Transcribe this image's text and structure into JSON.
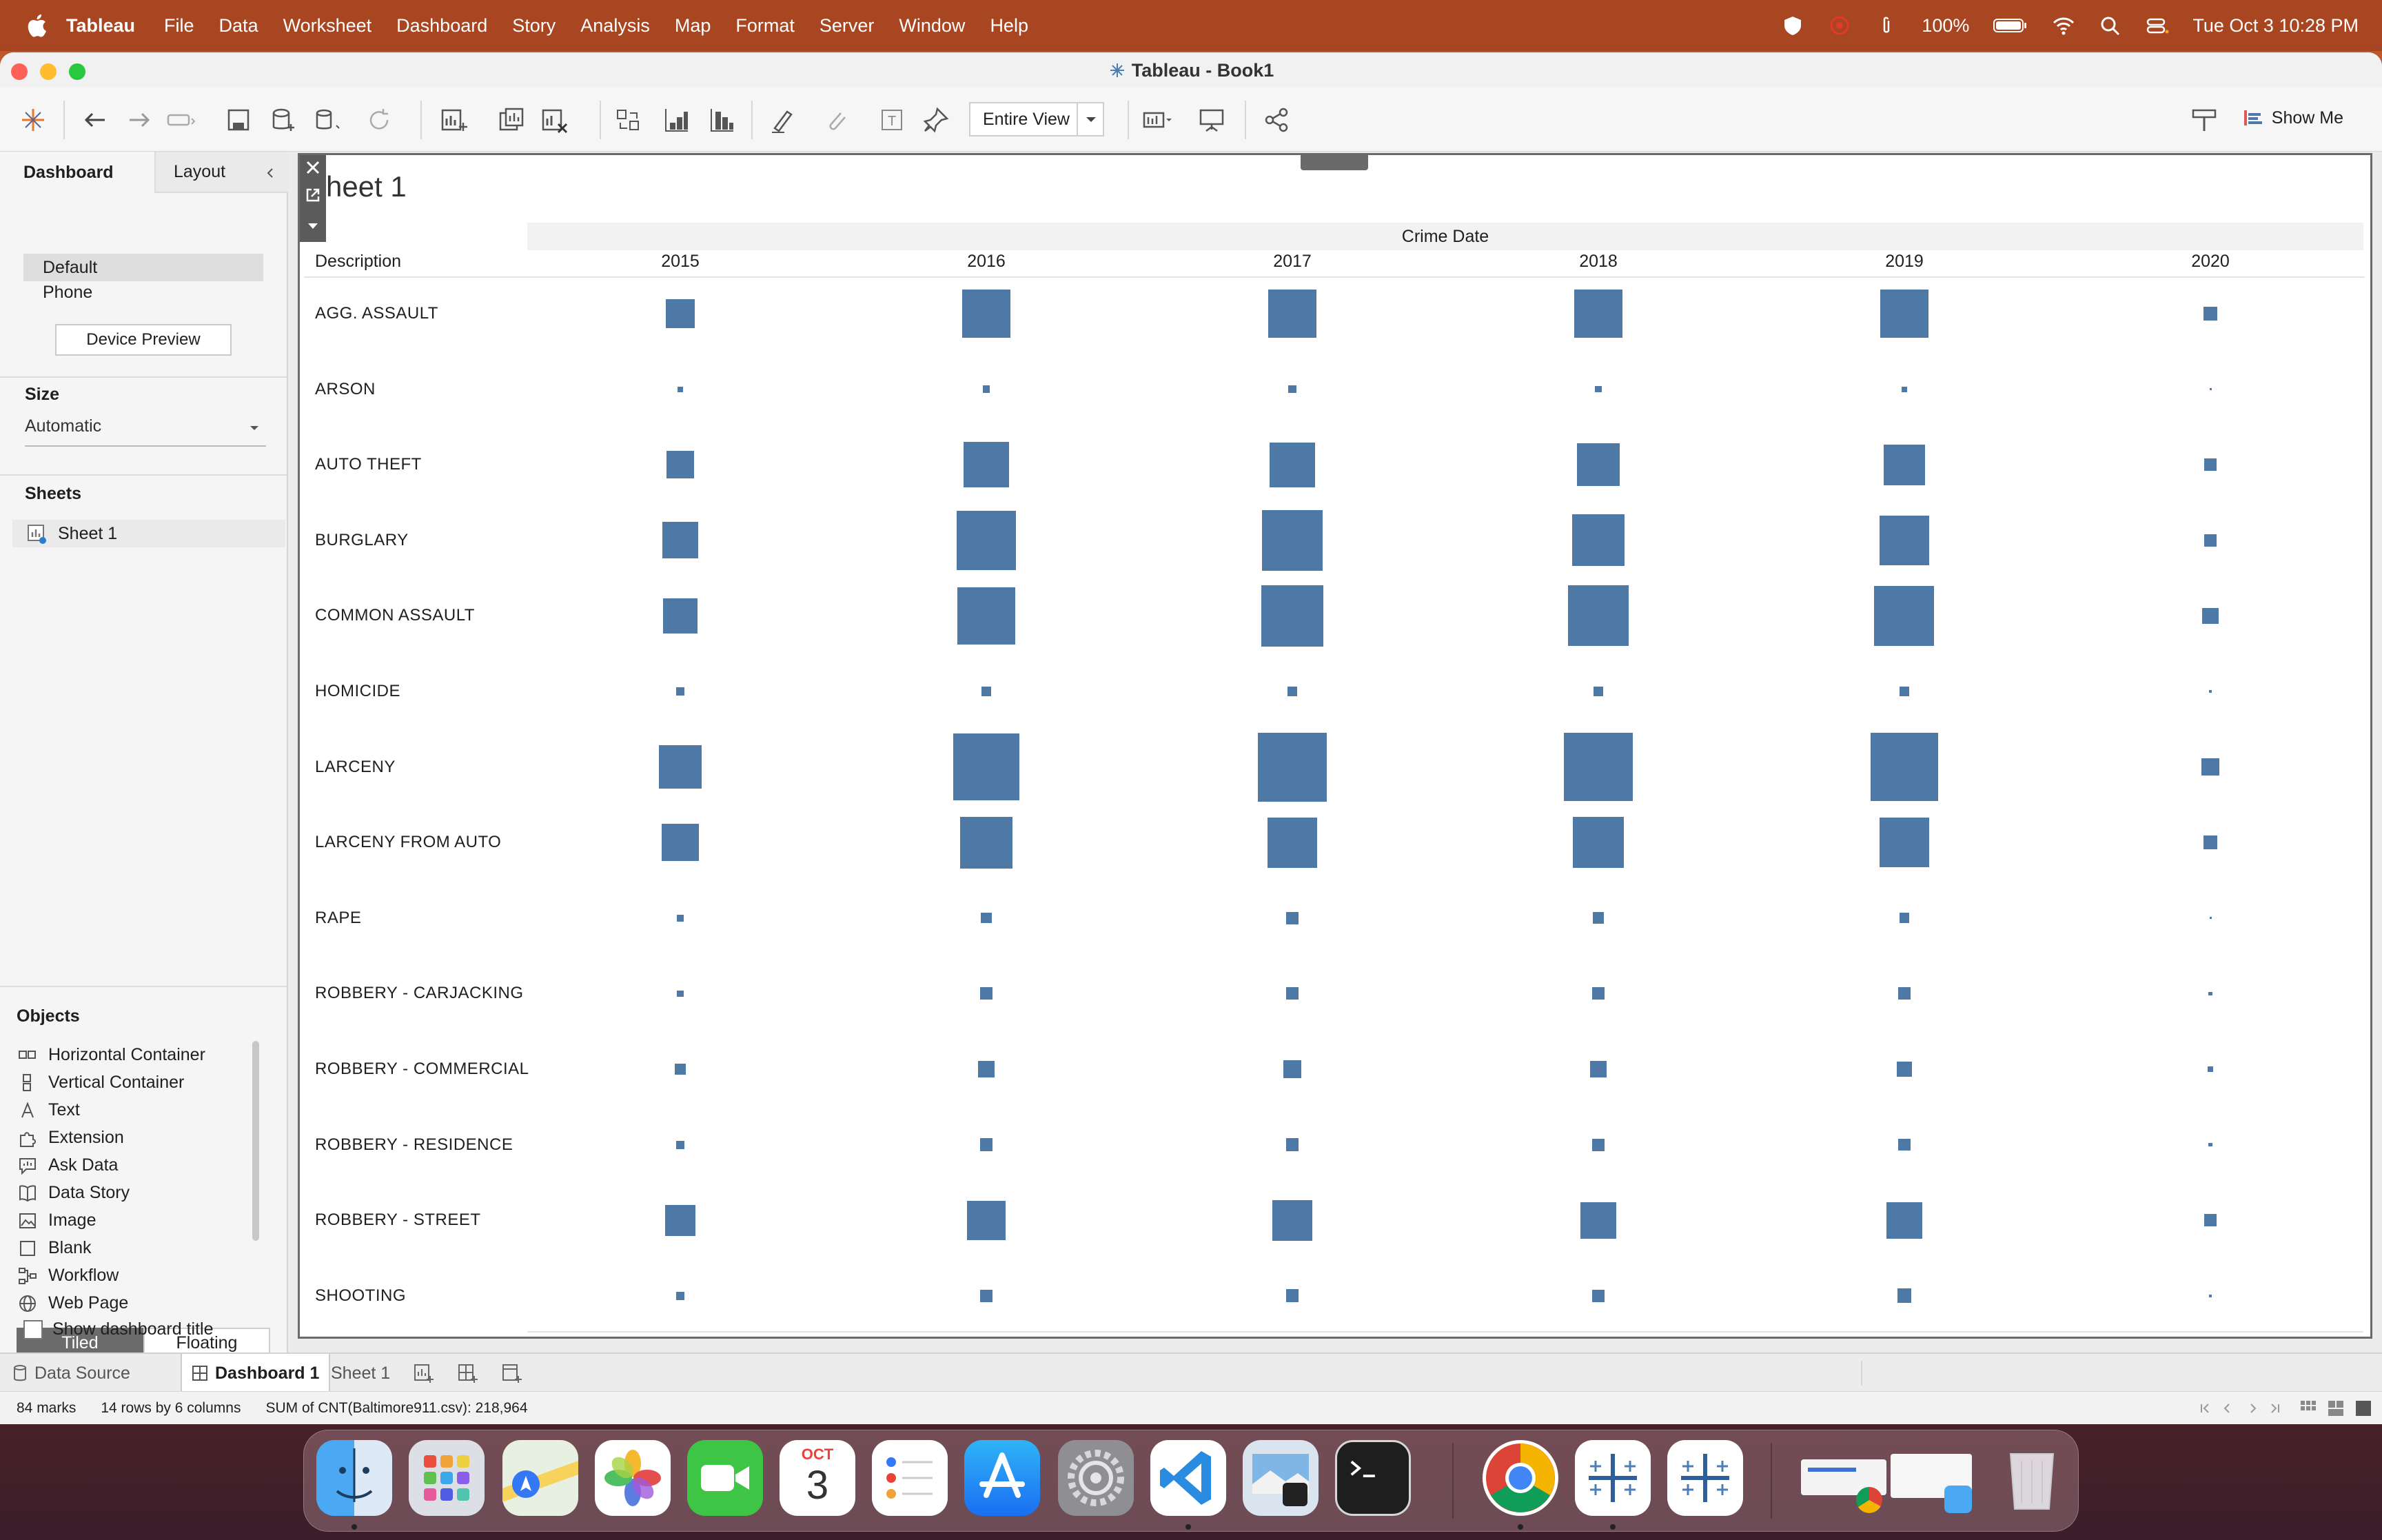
{
  "menubar": {
    "app_name": "Tableau",
    "items": [
      "File",
      "Data",
      "Worksheet",
      "Dashboard",
      "Story",
      "Analysis",
      "Map",
      "Format",
      "Server",
      "Window",
      "Help"
    ],
    "battery": "100%",
    "datetime": "Tue Oct 3  10:28 PM"
  },
  "window": {
    "title": "Tableau - Book1"
  },
  "toolbar": {
    "fit_label": "Entire View",
    "show_me": "Show Me"
  },
  "left_pane": {
    "tabs": [
      "Dashboard",
      "Layout"
    ],
    "device_options": [
      "Default",
      "Phone"
    ],
    "device_preview": "Device Preview",
    "size_heading": "Size",
    "size_value": "Automatic",
    "sheets_heading": "Sheets",
    "sheets": [
      "Sheet 1"
    ],
    "objects_heading": "Objects",
    "objects": [
      "Horizontal Container",
      "Vertical Container",
      "Text",
      "Extension",
      "Ask Data",
      "Data Story",
      "Image",
      "Blank",
      "Workflow",
      "Web Page"
    ],
    "tiled": "Tiled",
    "floating": "Floating",
    "show_title": "Show dashboard title"
  },
  "sheet": {
    "title": "heet 1",
    "column_header": "Crime Date",
    "row_header": "Description"
  },
  "chart_data": {
    "type": "heatmap",
    "encoding": "square marks sized by SUM of CNT",
    "x": [
      "2015",
      "2016",
      "2017",
      "2018",
      "2019",
      "2020"
    ],
    "y": [
      "AGG. ASSAULT",
      "ARSON",
      "AUTO THEFT",
      "BURGLARY",
      "COMMON ASSAULT",
      "HOMICIDE",
      "LARCENY",
      "LARCENY FROM AUTO",
      "RAPE",
      "ROBBERY - CARJACKING",
      "ROBBERY - COMMERCIAL",
      "ROBBERY - RESIDENCE",
      "ROBBERY - STREET",
      "SHOOTING"
    ],
    "values": [
      [
        1735,
        4803,
        5028,
        4824,
        5022,
        365
      ],
      [
        62,
        120,
        131,
        91,
        66,
        8
      ],
      [
        1560,
        4286,
        4280,
        3885,
        3498,
        326
      ],
      [
        2797,
        7324,
        7696,
        5669,
        5233,
        337
      ],
      [
        2542,
        6923,
        8031,
        7740,
        7584,
        544
      ],
      [
        148,
        180,
        199,
        188,
        203,
        18
      ],
      [
        3972,
        9357,
        10019,
        9968,
        9767,
        652
      ],
      [
        2915,
        5669,
        5330,
        5541,
        5142,
        386
      ],
      [
        100,
        237,
        313,
        289,
        220,
        6
      ],
      [
        92,
        320,
        331,
        320,
        320,
        26
      ],
      [
        288,
        542,
        694,
        548,
        462,
        52
      ],
      [
        145,
        341,
        361,
        320,
        294,
        31
      ],
      [
        2012,
        3214,
        3463,
        2801,
        2789,
        311
      ],
      [
        146,
        333,
        353,
        327,
        434,
        21
      ]
    ],
    "color": "#4e79a7"
  },
  "bottom_tabs": [
    "Data Source",
    "Dashboard 1",
    "Sheet 1"
  ],
  "status": {
    "marks": "84 marks",
    "rows_cols": "14 rows by 6 columns",
    "sum": "SUM of CNT(Baltimore911.csv): 218,964"
  },
  "dock": {
    "calendar_month": "OCT",
    "calendar_day": "3",
    "apps": [
      "finder-icon",
      "launchpad-icon",
      "maps-icon",
      "photos-icon",
      "facetime-icon",
      "calendar-icon",
      "reminders-icon",
      "app-store-icon",
      "system-settings-icon",
      "vscode-icon",
      "preview-icon",
      "terminal-icon",
      "chrome-icon",
      "tableau-icon",
      "tableau-icon-2"
    ]
  }
}
